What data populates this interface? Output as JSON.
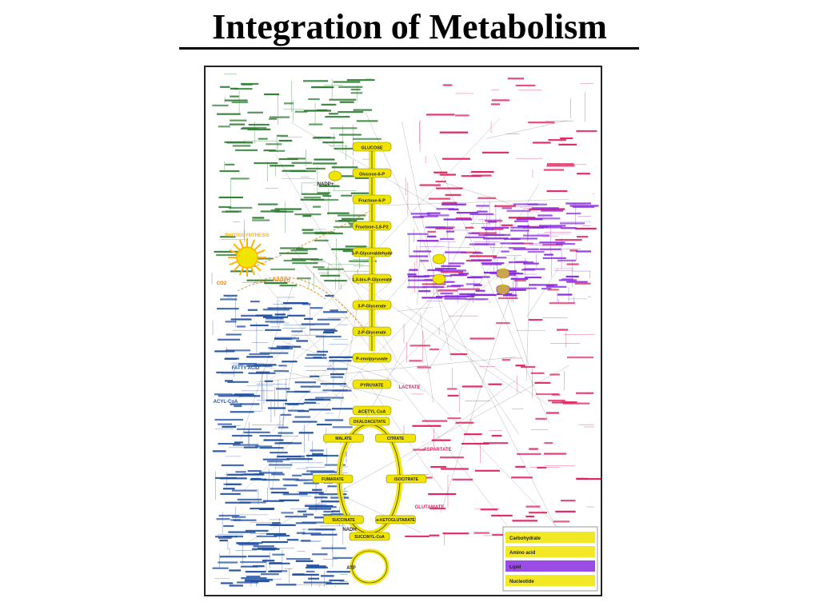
{
  "slide": {
    "title": "Integration of Metabolism"
  },
  "pathway_map": {
    "colors": {
      "carbohydrate": "#2e7d32",
      "amino_acid": "#e0245e",
      "lipid": "#1f4fa3",
      "aromatic": "#8a2be2",
      "central": "#f0e400",
      "photosynthesis": "#ffb300",
      "orange": "#e07b00"
    },
    "central_nodes": [
      "GLUCOSE",
      "Glucose-6-P",
      "Fructose-6-P",
      "Fructose-1,6-P2",
      "3-P-Glyceraldehyde",
      "1,3-bis-P-Glycerate",
      "3-P-Glycerate",
      "2-P-Glycerate",
      "P-enolpyruvate",
      "PYRUVATE",
      "ACETYL CoA"
    ],
    "tca_nodes": [
      "OXALOACETATE",
      "CITRATE",
      "ISOCITRATE",
      "α-KETOGLUTARATE",
      "SUCCINYL-CoA",
      "SUCCINATE",
      "FUMARATE",
      "MALATE"
    ],
    "side_labels": [
      "PHOTOSYNTHESIS",
      "NADPH",
      "NADP+",
      "CO2",
      "FATTY ACID",
      "ACYL-CoA",
      "LACTATE",
      "GLUTAMATE",
      "ASPARTATE",
      "NADH",
      "ATP"
    ],
    "legend": {
      "items": [
        "Carbohydrate",
        "Amino acid",
        "Lipid",
        "Nucleotide"
      ]
    }
  }
}
